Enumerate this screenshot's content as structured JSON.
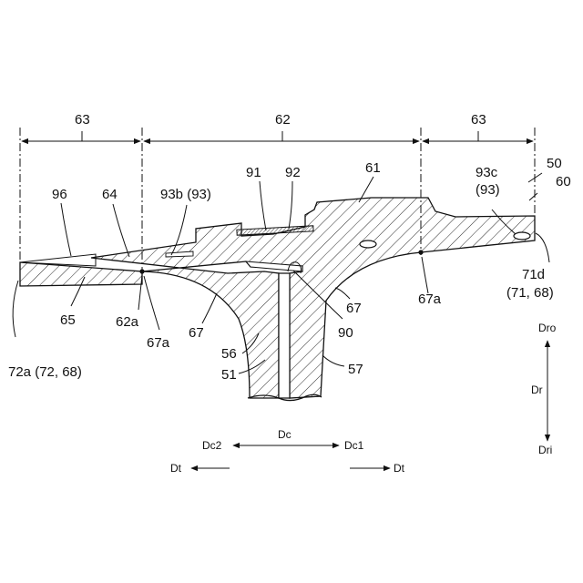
{
  "labels": {
    "l63a": "63",
    "l62": "62",
    "l63b": "63",
    "l50": "50",
    "l60": "60",
    "l96": "96",
    "l64": "64",
    "l93b": "93b (93)",
    "l91": "91",
    "l92": "92",
    "l61": "61",
    "l93c_1": "93c",
    "l93c_2": "(93)",
    "l71d_1": "71d",
    "l71d_2": "(71, 68)",
    "l65": "65",
    "l62a": "62a",
    "l67a_left": "67a",
    "l67_left": "67",
    "l56": "56",
    "l51": "51",
    "l57": "57",
    "l90": "90",
    "l67_right": "67",
    "l67a_right": "67a",
    "l72a": "72a (72, 68)",
    "dro": "Dro",
    "dr": "Dr",
    "dri": "Dri",
    "dc": "Dc",
    "dc2": "Dc2",
    "dc1": "Dc1",
    "dt_left": "Dt",
    "dt_right": "Dt"
  }
}
